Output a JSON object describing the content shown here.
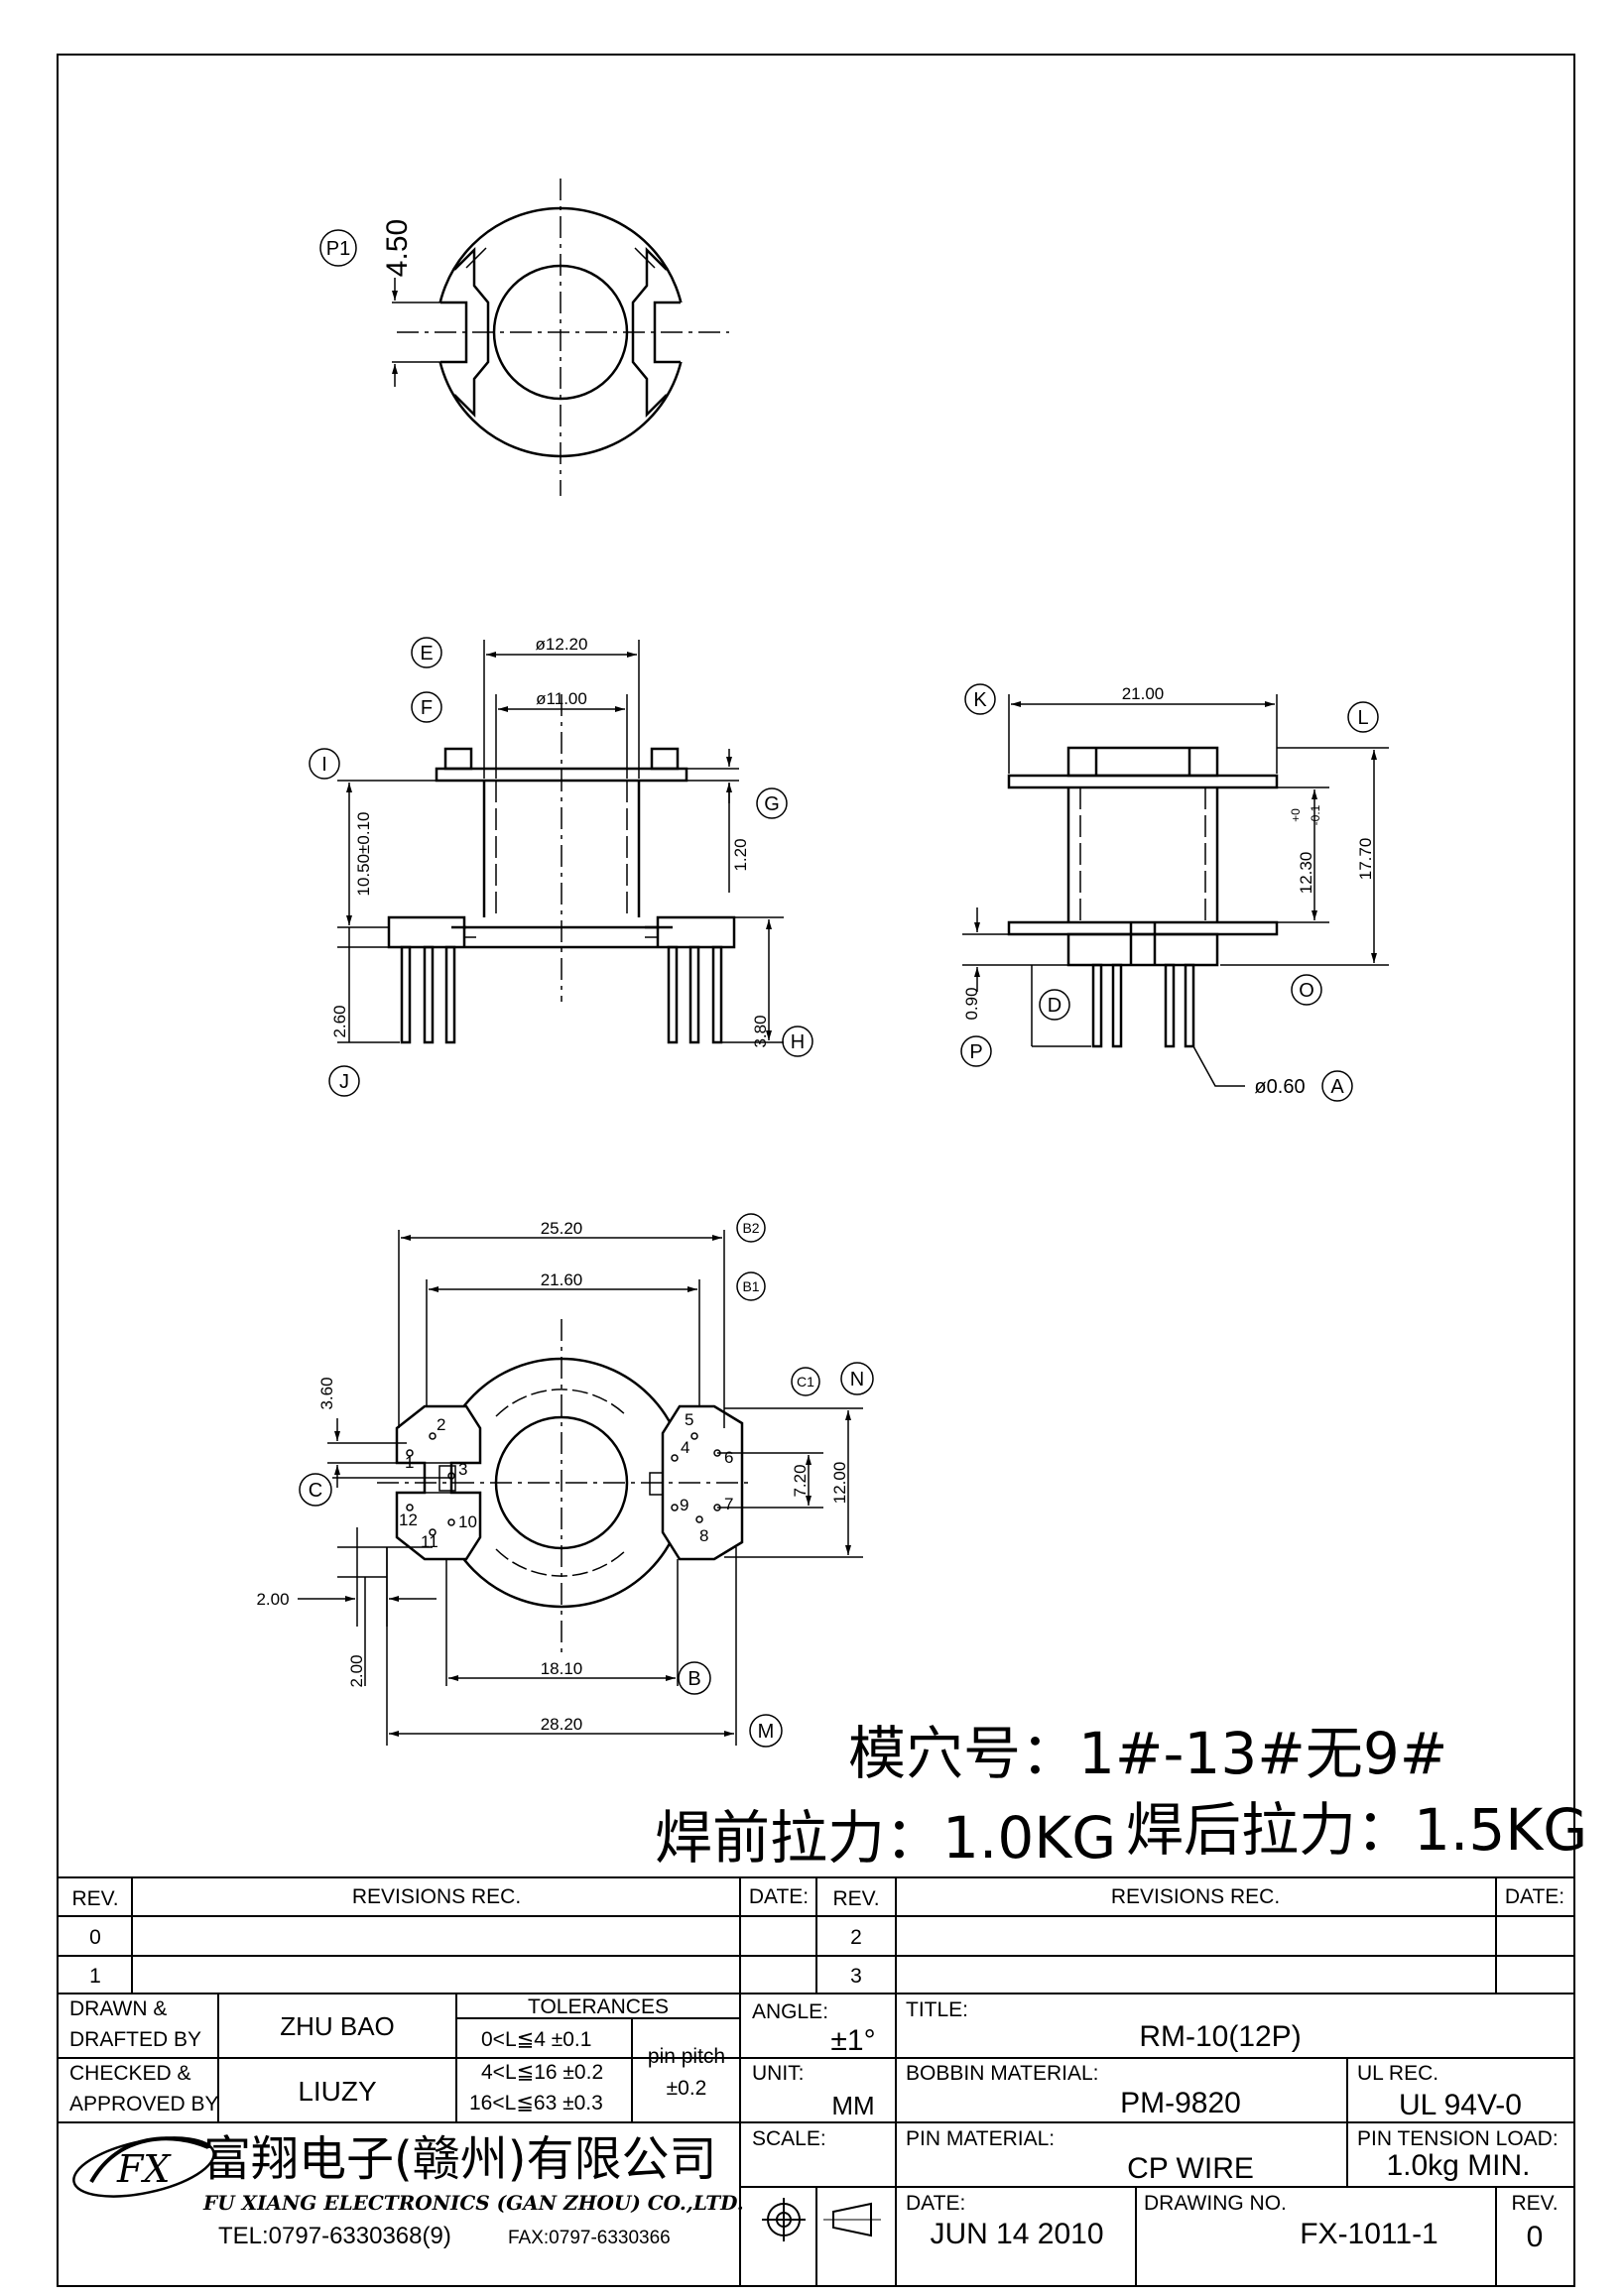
{
  "top_view": {
    "callout": "P1",
    "dim_slot": "4.50"
  },
  "front_view": {
    "callouts": {
      "e": "E",
      "f": "F",
      "g": "G",
      "h": "H",
      "i": "I",
      "j": "J"
    },
    "dims": {
      "outer_dia": "ø12.20",
      "inner_dia": "ø11.00",
      "height": "10.50±0.10",
      "flange": "1.20",
      "pin_short": "2.60",
      "pin_long": "3.80"
    }
  },
  "side_view": {
    "callouts": {
      "k": "K",
      "l": "L",
      "o": "O",
      "d": "D",
      "p": "P",
      "a": "A"
    },
    "dims": {
      "width": "21.00",
      "inner_height": "12.30",
      "tol_upper": "+0",
      "tol_lower": "-0.1",
      "total_height": "17.70",
      "standoff": "0.90",
      "pin_dia": "ø0.60"
    }
  },
  "bottom_view": {
    "callouts": {
      "b2": "B2",
      "b1": "B1",
      "c1": "C1",
      "n": "N",
      "c": "C",
      "b": "B",
      "m": "M"
    },
    "dims": {
      "w1": "25.20",
      "w2": "21.60",
      "w3": "18.10",
      "w4": "28.20",
      "h1": "3.60",
      "h2": "7.20",
      "h3": "12.00",
      "p1": "2.00",
      "p2": "2.00"
    },
    "pins": [
      "1",
      "2",
      "3",
      "4",
      "5",
      "6",
      "7",
      "8",
      "9",
      "10",
      "11",
      "12"
    ]
  },
  "notes": {
    "cavity": "模穴号：1#-13#无9#",
    "pull_before": "焊前拉力：1.0KG",
    "pull_after": "焊后拉力：1.5KG"
  },
  "revisions": {
    "headers": {
      "rev": "REV.",
      "rec": "REVISIONS   REC.",
      "date": "DATE:"
    },
    "rows_left": [
      "0",
      "1"
    ],
    "rows_right": [
      "2",
      "3"
    ]
  },
  "title_block": {
    "drawn_label": "DRAWN &\nDRAFTED BY",
    "drawn_label_1": "DRAWN &",
    "drawn_label_2": "DRAFTED BY",
    "drawn_value": "ZHU BAO",
    "checked_label_1": "CHECKED &",
    "checked_label_2": "APPROVED BY",
    "checked_value": "LIUZY",
    "tolerances_title": "TOLERANCES",
    "tol_rows": [
      "0<L≦4   ±0.1",
      "4<L≦16  ±0.2",
      "16<L≦63  ±0.3"
    ],
    "pin_pitch_label": "pin pitch",
    "pin_pitch_value": "±0.2",
    "angle_label": "ANGLE:",
    "angle_value": "±1°",
    "unit_label": "UNIT:",
    "unit_value": "MM",
    "scale_label": "SCALE:",
    "title_label": "TITLE:",
    "title_value": "RM-10(12P)",
    "bobbin_label": "BOBBIN MATERIAL:",
    "bobbin_value": "PM-9820",
    "ul_label": "UL REC.",
    "ul_value": "UL 94V-0",
    "pin_material_label": "PIN MATERIAL:",
    "pin_material_value": "CP WIRE",
    "pin_tension_label": "PIN TENSION LOAD:",
    "pin_tension_value": "1.0kg  MIN.",
    "date_label": "DATE:",
    "date_value": "JUN  14  2010",
    "drawing_no_label": "DRAWING NO.",
    "drawing_no_value": "FX-1011-1",
    "rev_label": "REV.",
    "rev_value": "0",
    "company_cn": "富翔电子(赣州)有限公司",
    "company_en": "FU XIANG ELECTRONICS (GAN ZHOU) CO.,LTD.",
    "tel": "TEL:0797-6330368(9)",
    "fax": "FAX:0797-6330366",
    "logo_text": "FX"
  }
}
